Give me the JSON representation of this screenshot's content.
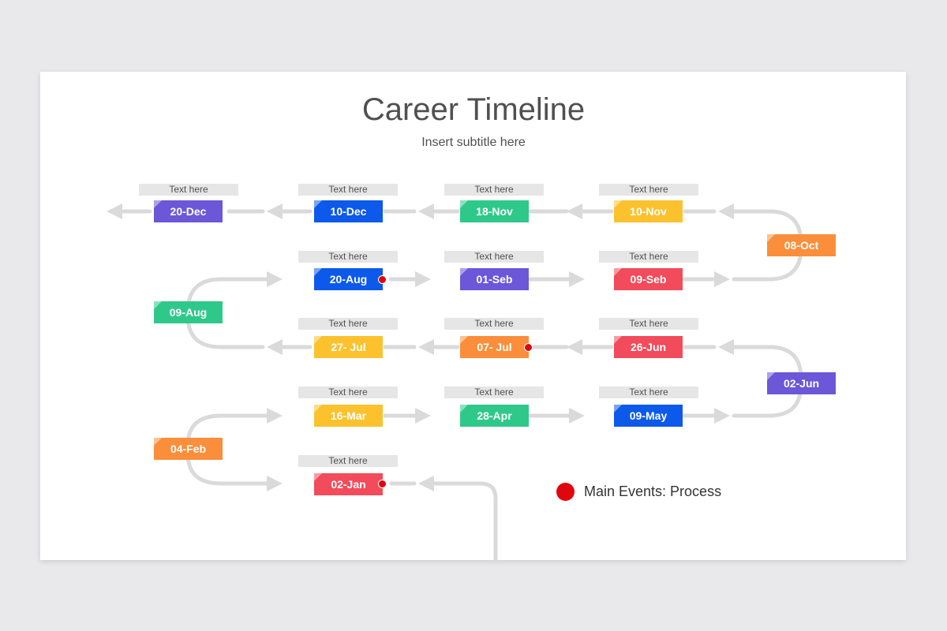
{
  "header": {
    "title": "Career Timeline",
    "subtitle": "Insert subtitle here"
  },
  "colors": {
    "purple": "#6b57d8",
    "blue": "#0d59ea",
    "green": "#2ec98a",
    "yellow": "#fcc22e",
    "orange": "#fa8e3a",
    "red": "#f24b5b",
    "track": "#dadada",
    "event_dot": "#e0060e"
  },
  "timeline": {
    "tag_text": "Text here",
    "events": [
      {
        "date": "02-Jan",
        "color": "red",
        "main": true
      },
      {
        "date": "04-Feb",
        "color": "orange",
        "main": false
      },
      {
        "date": "16-Mar",
        "color": "yellow",
        "main": false
      },
      {
        "date": "28-Apr",
        "color": "green",
        "main": false
      },
      {
        "date": "09-May",
        "color": "blue",
        "main": false
      },
      {
        "date": "02-Jun",
        "color": "purple",
        "main": false
      },
      {
        "date": "26-Jun",
        "color": "red",
        "main": false
      },
      {
        "date": "07- Jul",
        "color": "orange",
        "main": true
      },
      {
        "date": "27- Jul",
        "color": "yellow",
        "main": false
      },
      {
        "date": "09-Aug",
        "color": "green",
        "main": false
      },
      {
        "date": "20-Aug",
        "color": "blue",
        "main": true
      },
      {
        "date": "01-Seb",
        "color": "purple",
        "main": false
      },
      {
        "date": "09-Seb",
        "color": "red",
        "main": false
      },
      {
        "date": "08-Oct",
        "color": "orange",
        "main": false
      },
      {
        "date": "10-Nov",
        "color": "yellow",
        "main": false
      },
      {
        "date": "18-Nov",
        "color": "green",
        "main": false
      },
      {
        "date": "10-Dec",
        "color": "blue",
        "main": false
      },
      {
        "date": "20-Dec",
        "color": "purple",
        "main": false
      }
    ]
  },
  "legend": {
    "label": "Main Events: Process"
  }
}
